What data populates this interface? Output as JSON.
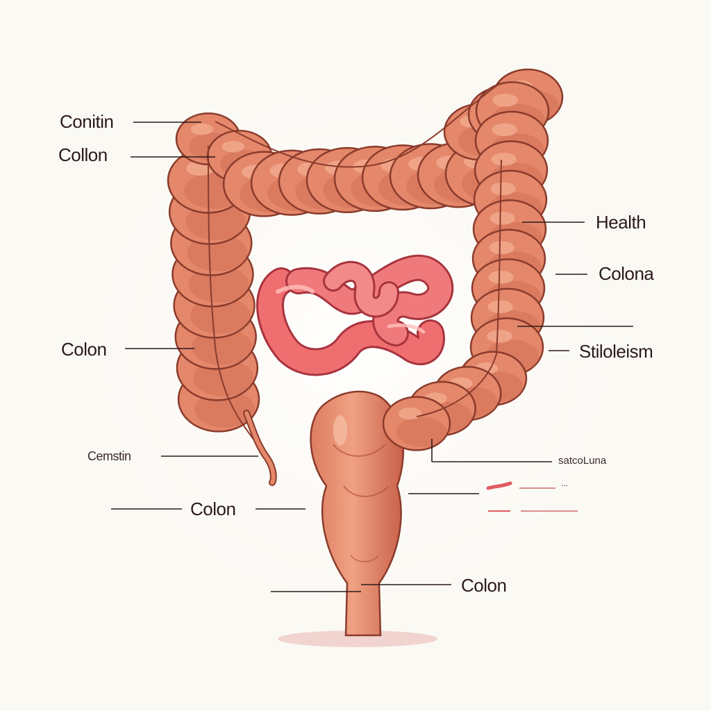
{
  "colors": {
    "background": "#fbf9f4",
    "colon_fill": "#e4876a",
    "colon_shadow": "#c9604a",
    "colon_highlight": "#f3ab8f",
    "outline": "#8a3b2c",
    "small_intestine_fill": "#ef6e70",
    "small_intestine_shadow": "#d84d55",
    "leader_line": "#2a1a1a"
  },
  "labels": {
    "l1": "Conitin",
    "l2": "Collon",
    "l3": "Colon",
    "l4": "Cemstin",
    "l5": "Colon",
    "l6": "Health",
    "l7": "Colona",
    "l8": "Stiloleism",
    "l9": "satcoLuna",
    "l10": "Colon",
    "l11": "..."
  }
}
